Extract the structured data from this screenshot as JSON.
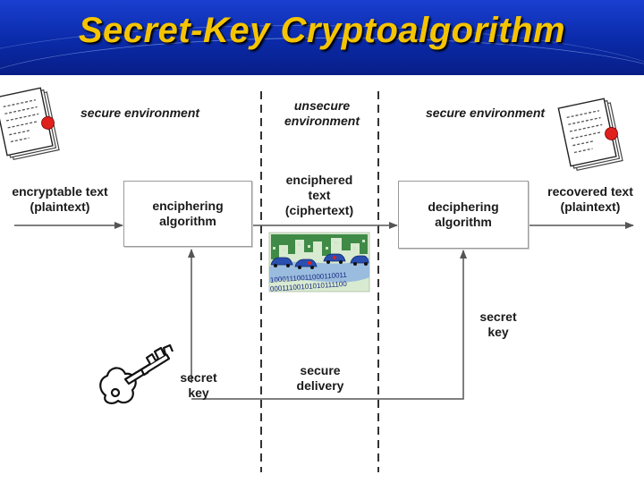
{
  "title": "Secret-Key Cryptoalgorithm",
  "zones": {
    "left": "secure environment",
    "middle_line1": "unsecure",
    "middle_line2": "environment",
    "right": "secure environment"
  },
  "input_text": {
    "line1": "encryptable text",
    "line2": "(plaintext)"
  },
  "output_text": {
    "line1": "recovered text",
    "line2": "(plaintext)"
  },
  "enciphering": {
    "line1": "enciphering",
    "line2": "algorithm"
  },
  "deciphering": {
    "line1": "deciphering",
    "line2": "algorithm"
  },
  "ciphertext": {
    "line1": "enciphered",
    "line2": "text",
    "line3": "(ciphertext)"
  },
  "secret_key_left": {
    "line1": "secret",
    "line2": "key"
  },
  "secret_key_right": {
    "line1": "secret",
    "line2": "key"
  },
  "secure_delivery": {
    "line1": "secure",
    "line2": "delivery"
  },
  "binary_strip": {
    "line1": "10001110011000110011",
    "line2": "00011100101010111100"
  },
  "colors": {
    "title_text": "#f5c400",
    "title_bg": "#0a2aa8",
    "arrow": "#555555",
    "seal": "#e0201c",
    "cipher_green": "#3f8a47",
    "cipher_car": "#2a4fb0"
  },
  "icons": [
    "certificate-icon",
    "key-icon",
    "encrypted-traffic-icon"
  ]
}
